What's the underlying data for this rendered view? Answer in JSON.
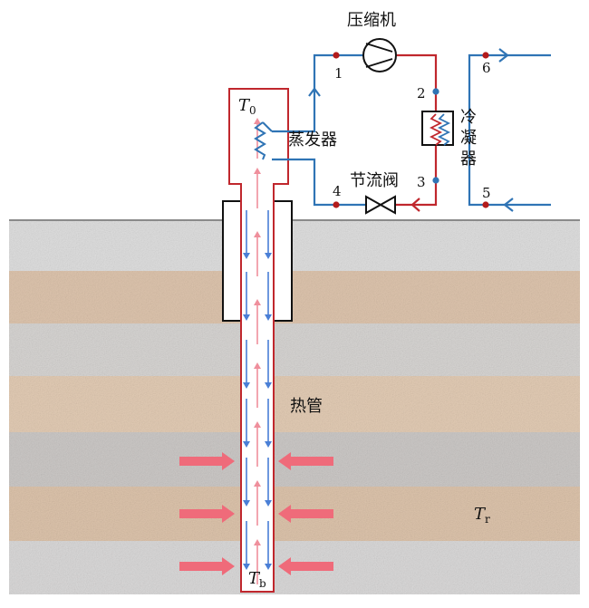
{
  "labels": {
    "compressor": "压缩机",
    "evaporator": "蒸发器",
    "throttle_valve": "节流阀",
    "condenser_chars": [
      "冷",
      "凝",
      "器"
    ],
    "heat_pipe": "热管",
    "t0_main": "T",
    "t0_sub": "0",
    "tb_main": "T",
    "tb_sub": "b",
    "tr_main": "T",
    "tr_sub": "r"
  },
  "state_points": [
    "1",
    "2",
    "3",
    "4",
    "5",
    "6"
  ],
  "colors": {
    "hot_pipe": "#c0272d",
    "cold_pipe": "#2f74b5",
    "heat_flow_arrow": "#ef6b7a",
    "down_arrow": "#4a7fd6",
    "up_arrow": "#ef8f9c",
    "state_point_red": "#b31b1b",
    "state_point_blue": "#2f74b5",
    "ground_line": "#8a8a8a",
    "layer_grey_light": "#dedede",
    "layer_tan": "#ddc4ad",
    "layer_grey_mid": "#d2d0ce",
    "layer_grey_dark": "#c9c6c4"
  }
}
